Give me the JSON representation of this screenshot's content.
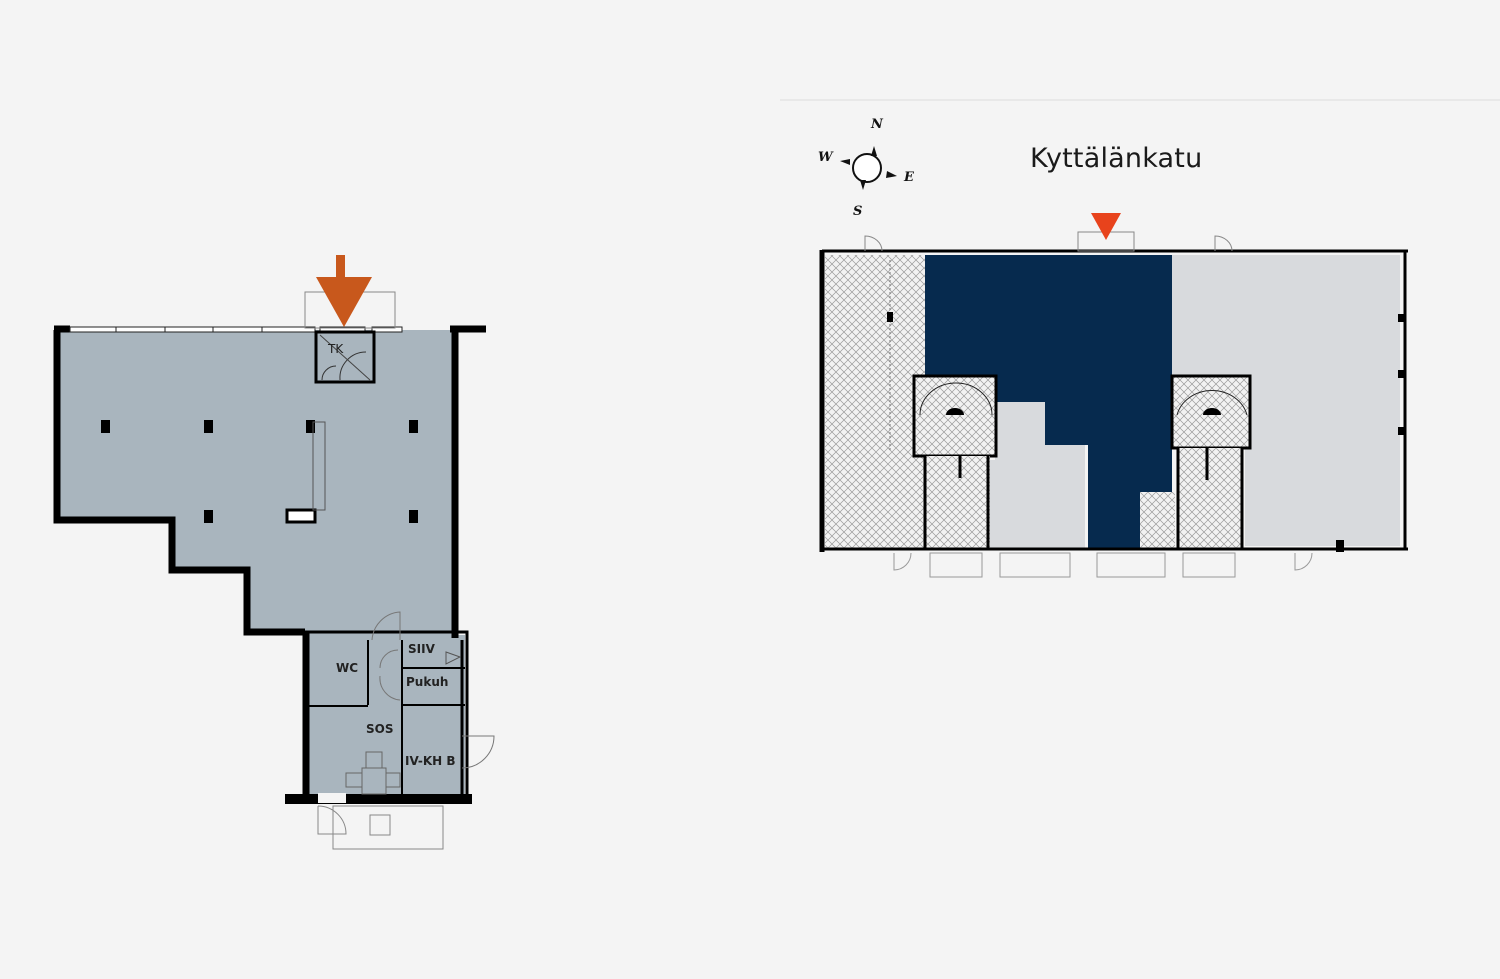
{
  "left_plan": {
    "rooms": [
      {
        "id": "tk",
        "label": "TK"
      },
      {
        "id": "wc",
        "label": "WC"
      },
      {
        "id": "siiv",
        "label": "SIIV"
      },
      {
        "id": "pukuh",
        "label": "Pukuh"
      },
      {
        "id": "sos",
        "label": "SOS"
      },
      {
        "id": "ivkh",
        "label": "IV-KH B"
      }
    ],
    "entrance_marker_color": "#c8581c",
    "floor_color": "#a9b5be"
  },
  "right_plan": {
    "street_name": "Kyttälänkatu",
    "compass": {
      "n": "N",
      "e": "E",
      "s": "S",
      "w": "W"
    },
    "entrance_marker_color": "#e8431c",
    "highlight_color": "#062a4e",
    "other_unit_color": "#d8dadd"
  }
}
